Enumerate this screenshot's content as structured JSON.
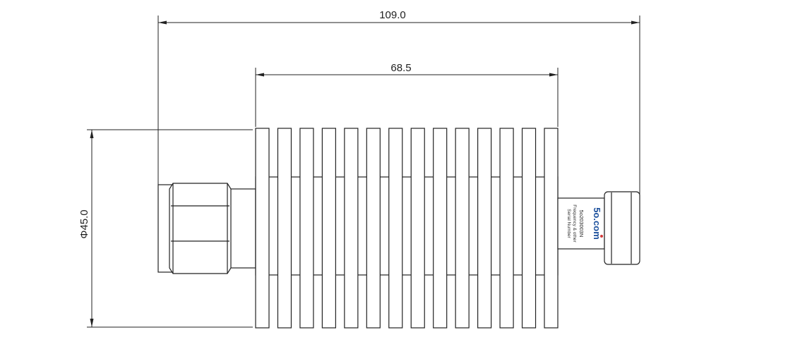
{
  "dimensions": {
    "overall_length": "109.0",
    "heatsink_length": "68.5",
    "diameter": "Φ45.0"
  },
  "label": {
    "logo": "5o.com",
    "part_number": "5o203003N",
    "line_frequency": "Frequency & other",
    "line_serial": "Serial Number"
  },
  "colors": {
    "line": "#222222",
    "logo": "#1a4f9c",
    "logo_accent": "#d33c3c"
  },
  "heatsink": {
    "fin_count": 14
  }
}
